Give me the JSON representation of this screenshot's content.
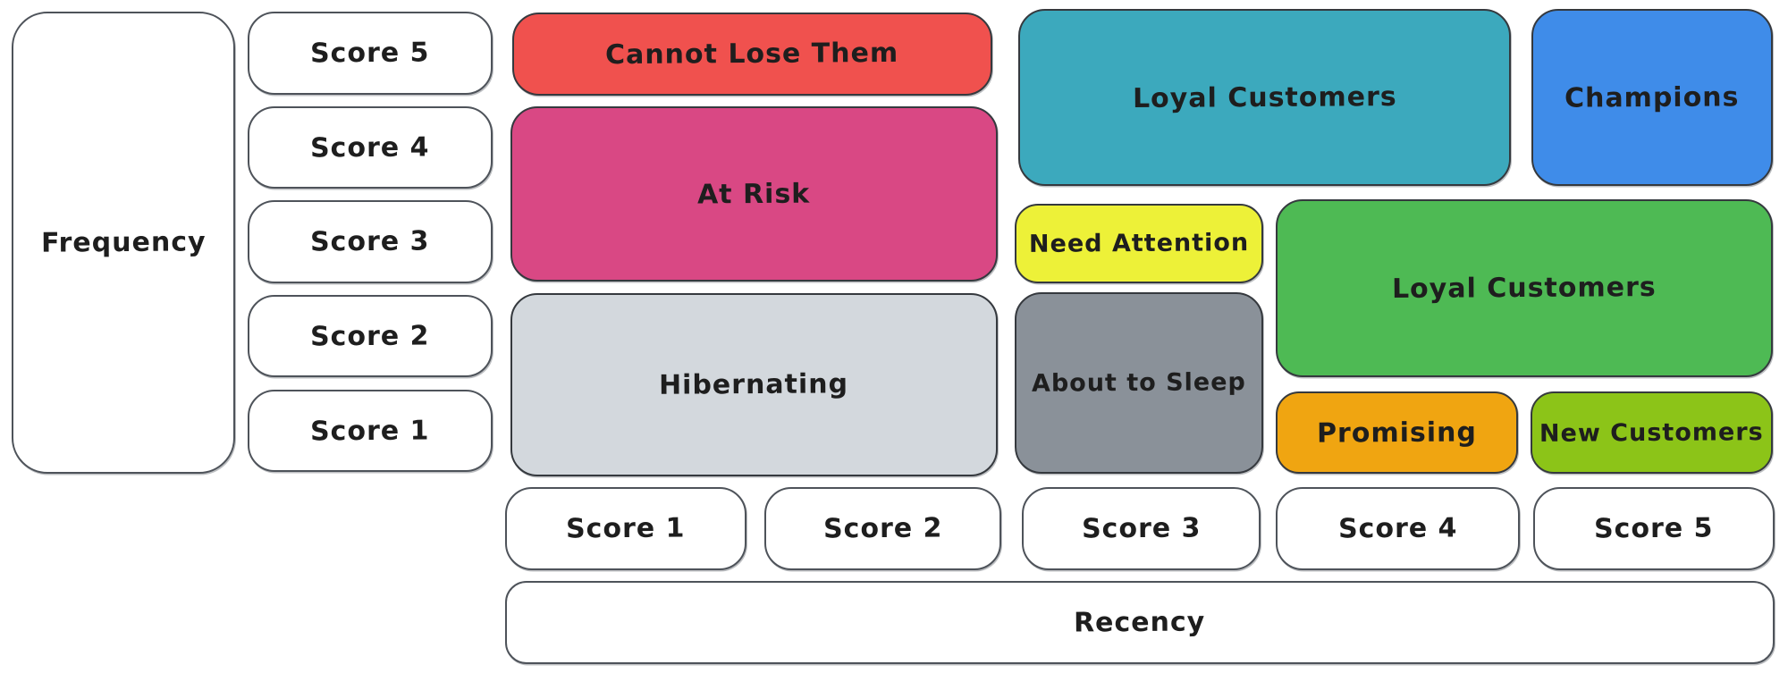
{
  "canvas": {
    "background": "#ffffff",
    "ink": "#1e1e1e",
    "stroke": "#35393e"
  },
  "frequency_axis": {
    "label": "Frequency",
    "scores": [
      "Score 5",
      "Score 4",
      "Score 3",
      "Score 2",
      "Score 1"
    ]
  },
  "recency_axis": {
    "label": "Recency",
    "scores": [
      "Score 1",
      "Score 2",
      "Score 3",
      "Score 4",
      "Score 5"
    ]
  },
  "segments": {
    "cannot_lose_them": {
      "label": "Cannot Lose Them",
      "bg": "#f0514e",
      "recency": "1-2",
      "frequency": "5"
    },
    "at_risk": {
      "label": "At Risk",
      "bg": "#d94884",
      "recency": "1-2",
      "frequency": "3-4"
    },
    "hibernating": {
      "label": "Hibernating",
      "bg": "#d3d8dd",
      "recency": "1-2",
      "frequency": "1-2"
    },
    "loyal_customers_upper": {
      "label": "Loyal Customers",
      "bg": "#3ca9bd",
      "recency": "3-4",
      "frequency": "4-5"
    },
    "champions": {
      "label": "Champions",
      "bg": "#3f8ce9",
      "recency": "5",
      "frequency": "4-5"
    },
    "need_attention": {
      "label": "Need Attention",
      "bg": "#edf138",
      "recency": "3",
      "frequency": "3"
    },
    "about_to_sleep": {
      "label": "About to Sleep",
      "bg": "#8a9199",
      "recency": "3",
      "frequency": "1-2"
    },
    "loyal_customers_lower": {
      "label": "Loyal Customers",
      "bg": "#4eba54",
      "recency": "4-5",
      "frequency": "2-3"
    },
    "promising": {
      "label": "Promising",
      "bg": "#f0a511",
      "recency": "4",
      "frequency": "1"
    },
    "new_customers": {
      "label": "New Customers",
      "bg": "#8cc418",
      "recency": "5",
      "frequency": "1"
    }
  }
}
